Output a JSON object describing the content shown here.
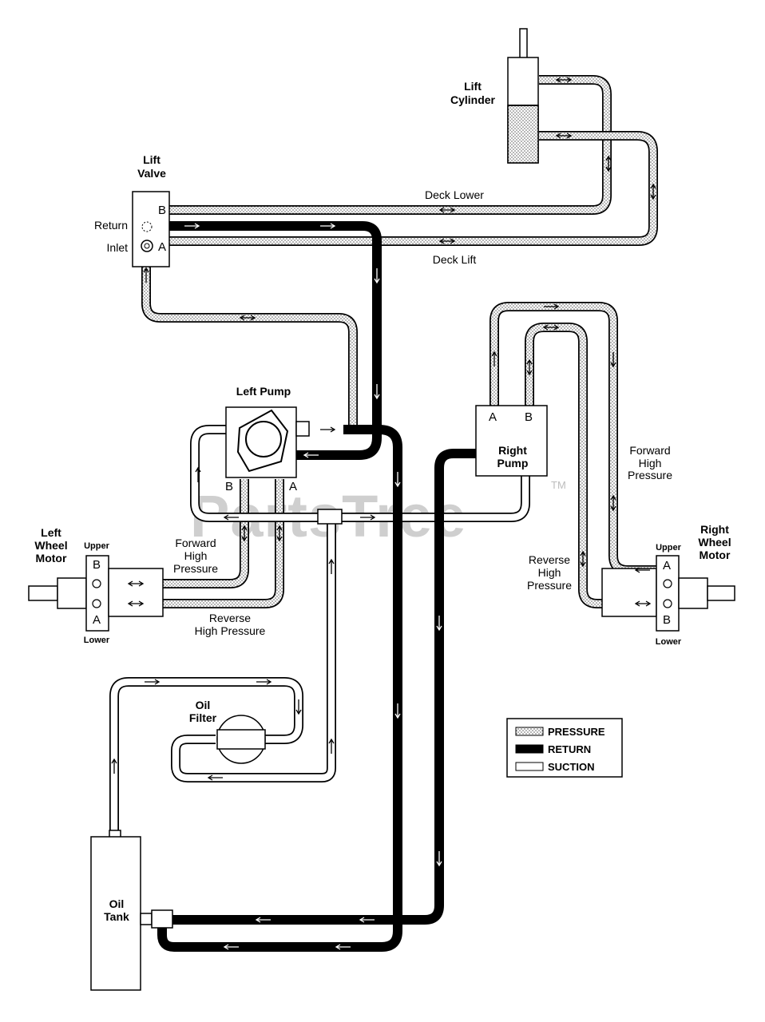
{
  "watermark": {
    "text": "PartsTree",
    "trademark": "TM"
  },
  "components": {
    "lift_cylinder": {
      "line1": "Lift",
      "line2": "Cylinder"
    },
    "lift_valve": {
      "line1": "Lift",
      "line2": "Valve",
      "port_b": "B",
      "port_a": "A",
      "return_label": "Return",
      "inlet_label": "Inlet"
    },
    "left_pump": {
      "label": "Left Pump",
      "port_b": "B",
      "port_a": "A"
    },
    "right_pump": {
      "line1": "Right",
      "line2": "Pump",
      "port_a": "A",
      "port_b": "B"
    },
    "left_wheel_motor": {
      "line1": "Left",
      "line2": "Wheel",
      "line3": "Motor",
      "upper": "Upper",
      "lower": "Lower",
      "port_b": "B",
      "port_a": "A"
    },
    "right_wheel_motor": {
      "line1": "Right",
      "line2": "Wheel",
      "line3": "Motor",
      "upper": "Upper",
      "lower": "Lower",
      "port_a": "A",
      "port_b": "B"
    },
    "oil_filter": {
      "line1": "Oil",
      "line2": "Filter"
    },
    "oil_tank": {
      "line1": "Oil",
      "line2": "Tank"
    }
  },
  "line_labels": {
    "deck_lower": "Deck Lower",
    "deck_lift": "Deck Lift",
    "left_forward": [
      "Forward",
      "High",
      "Pressure"
    ],
    "left_reverse": [
      "Reverse",
      "High Pressure"
    ],
    "right_forward": [
      "Forward",
      "High",
      "Pressure"
    ],
    "right_reverse": [
      "Reverse",
      "High",
      "Pressure"
    ]
  },
  "legend": {
    "items": [
      {
        "label": "PRESSURE",
        "style": "pressure"
      },
      {
        "label": "RETURN",
        "style": "return"
      },
      {
        "label": "SUCTION",
        "style": "suction"
      }
    ]
  },
  "colors": {
    "pressure_fill": "#c8c8c8",
    "return_fill": "#000000",
    "suction_fill": "#ffffff",
    "outline": "#000000"
  }
}
